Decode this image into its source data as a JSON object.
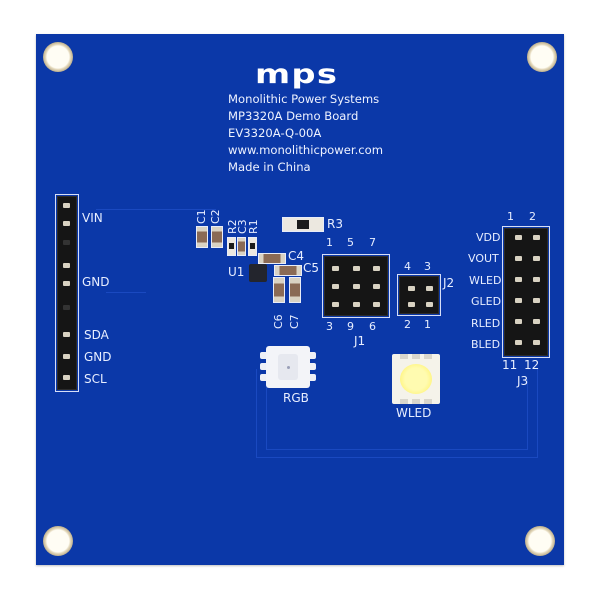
{
  "board": {
    "color": "#0b38a8",
    "logo": "mps",
    "info_lines": [
      "Monolithic Power Systems",
      "MP3320A Demo Board",
      "EV3320A-Q-00A",
      "www.monolithicpower.com",
      "Made in China"
    ]
  },
  "left_header": {
    "labels": [
      "VIN",
      "GND",
      "SDA",
      "GND",
      "SCL"
    ]
  },
  "components": {
    "c1": "C1",
    "c2": "C2",
    "r2": "R2",
    "c3": "C3",
    "r1": "R1",
    "r3": "R3",
    "c4": "C4",
    "c5": "C5",
    "u1": "U1",
    "c6": "C6",
    "c7": "C7"
  },
  "j1": {
    "name": "J1",
    "top_pins": [
      "1",
      "5",
      "7"
    ],
    "bottom_pins": [
      "3",
      "9",
      "6"
    ]
  },
  "j2": {
    "name": "J2",
    "top_pins": [
      "4",
      "3"
    ],
    "bottom_pins": [
      "2",
      "1"
    ]
  },
  "j3": {
    "name": "J3",
    "top_pins": [
      "1",
      "2"
    ],
    "bottom_pins": [
      "11",
      "12"
    ],
    "labels": [
      "VDD",
      "VOUT",
      "WLED",
      "GLED",
      "RLED",
      "BLED"
    ]
  },
  "leds": {
    "rgb": "RGB",
    "wled": "WLED"
  }
}
